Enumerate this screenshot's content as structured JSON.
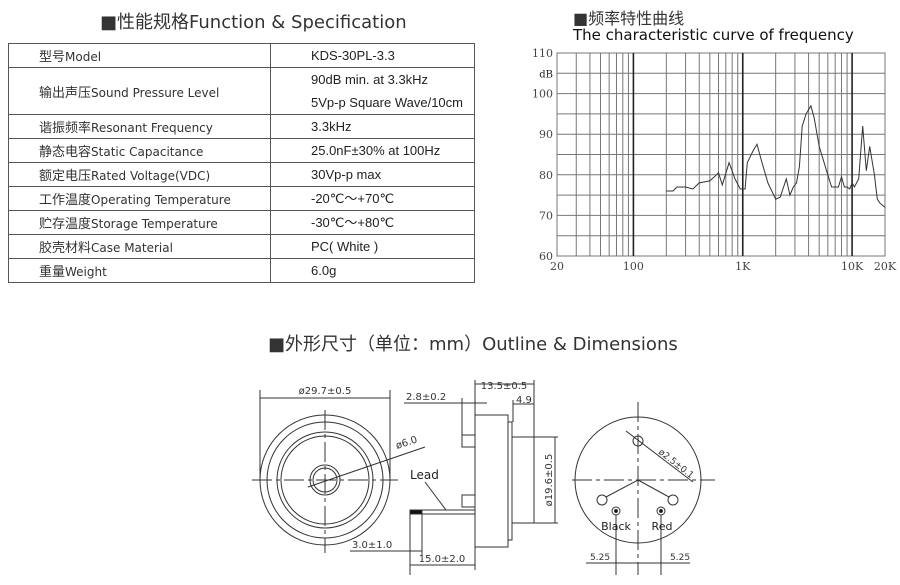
{
  "spec": {
    "title": "■性能规格Function & Specification",
    "rows": [
      {
        "cn": "型号",
        "en": "Model",
        "values": [
          "KDS-30PL-3.3"
        ]
      },
      {
        "cn": "输出声压",
        "en": "Sound Pressure Level",
        "values": [
          "90dB min. at 3.3kHz",
          "5Vp-p Square Wave/10cm"
        ]
      },
      {
        "cn": "谐振频率",
        "en": "Resonant Frequency",
        "values": [
          "3.3kHz"
        ]
      },
      {
        "cn": "静态电容",
        "en": "Static Capacitance",
        "values": [
          "25.0nF±30% at 100Hz"
        ]
      },
      {
        "cn": "额定电压",
        "en": "Rated Voltage(VDC)",
        "values": [
          "30Vp-p max"
        ]
      },
      {
        "cn": "工作温度",
        "en": "Operating Temperature",
        "values": [
          "-20℃～+70℃"
        ]
      },
      {
        "cn": "贮存温度",
        "en": "Storage Temperature",
        "values": [
          "-30℃～+80℃"
        ]
      },
      {
        "cn": "胶壳材料",
        "en": "Case Material",
        "values": [
          "PC( White )"
        ]
      },
      {
        "cn": "重量",
        "en": "Weight",
        "values": [
          "6.0g"
        ]
      }
    ]
  },
  "chart_title_cn": "■频率特性曲线",
  "chart_data": {
    "type": "line",
    "title": "The characteristic curve of frequency",
    "ylabel": "dB",
    "xscale": "log",
    "xlim": [
      20,
      20000
    ],
    "ylim": [
      60,
      110
    ],
    "grid": true,
    "xticks": [
      {
        "v": 20,
        "label": "20"
      },
      {
        "v": 100,
        "label": "100"
      },
      {
        "v": 1000,
        "label": "1K"
      },
      {
        "v": 10000,
        "label": "10K"
      },
      {
        "v": 20000,
        "label": "20K"
      }
    ],
    "yticks": [
      {
        "v": 60,
        "label": "60"
      },
      {
        "v": 70,
        "label": "70"
      },
      {
        "v": 80,
        "label": "80"
      },
      {
        "v": 90,
        "label": "90"
      },
      {
        "v": 100,
        "label": "100"
      },
      {
        "v": 110,
        "label": "110"
      }
    ],
    "x": [
      200,
      230,
      250,
      300,
      350,
      400,
      500,
      550,
      600,
      650,
      750,
      850,
      950,
      1050,
      1100,
      1250,
      1350,
      1500,
      1700,
      2000,
      2200,
      2500,
      2700,
      2900,
      3100,
      3300,
      3500,
      3800,
      4200,
      4500,
      5000,
      6000,
      6500,
      7500,
      8000,
      8500,
      9000,
      9500,
      10000,
      10500,
      11500,
      12500,
      13500,
      14500,
      16000,
      17000,
      18000,
      20000
    ],
    "y": [
      76,
      76,
      77,
      77,
      76.5,
      78,
      78.5,
      79.5,
      80.5,
      77.5,
      83,
      79,
      76.5,
      76.5,
      83,
      86,
      87.5,
      83,
      78,
      74,
      74.5,
      79,
      75,
      77,
      78,
      82,
      92,
      95,
      97,
      94,
      87,
      80,
      77,
      77,
      79.5,
      77,
      77,
      76.5,
      78,
      77,
      79,
      92,
      81,
      87,
      80,
      74,
      73,
      72
    ]
  },
  "outline": {
    "title": "■外形尺寸（单位：mm）Outline & Dimensions",
    "dims": {
      "diameter": "ø29.7±0.5",
      "hole": "ø6.0",
      "width": "2.8±0.2",
      "depth": "13.5±0.5",
      "front": "4.9",
      "front_dia": "ø19.6±0.5",
      "lead_tip": "3.0±1.0",
      "lead_len": "15.0±2.0",
      "pin_dia": "ø2.5±0.1",
      "pitch_left": "5.25",
      "pitch_right": "5.25"
    },
    "lead_label": "Lead",
    "black_label": "Black",
    "red_label": "Red"
  }
}
